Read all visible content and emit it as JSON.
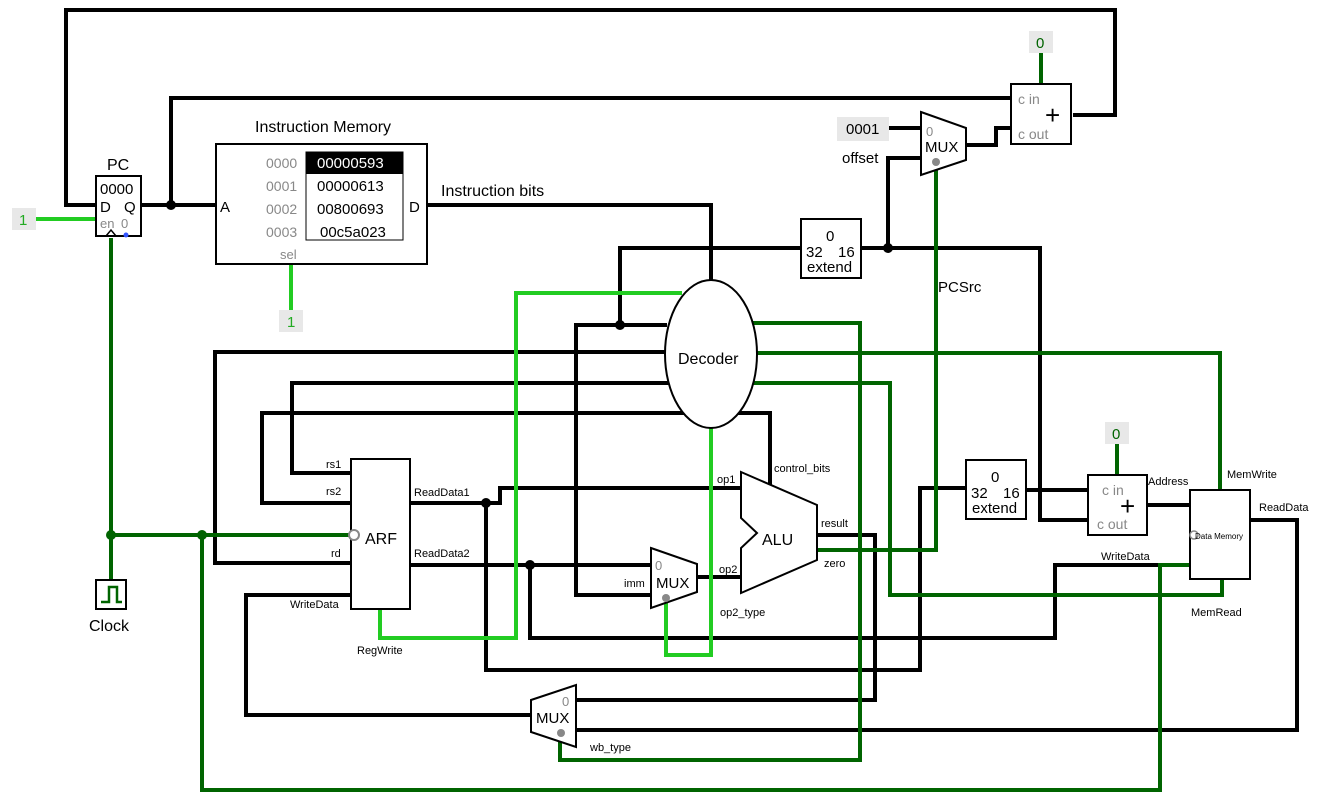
{
  "circuit": {
    "pc": {
      "title": "PC",
      "value": "0000",
      "d": "D",
      "q": "Q",
      "en": "en",
      "zero": "0"
    },
    "instruction_memory": {
      "title": "Instruction Memory",
      "addr_pin": "A",
      "data_pin": "D",
      "sel": "sel",
      "rows": [
        {
          "addr": "0000",
          "value": "00000593"
        },
        {
          "addr": "0001",
          "value": "00000613"
        },
        {
          "addr": "0002",
          "value": "00800693"
        },
        {
          "addr": "0003",
          "value": "00c5a023"
        }
      ]
    },
    "instruction_bits_label": "Instruction bits",
    "constants": {
      "pc_en": "1",
      "imem_sel": "1",
      "adder_top_cin": "0",
      "adder_bottom_cin": "0",
      "pc_increment": "0001"
    },
    "pc_adder": {
      "cin": "c in",
      "cout": "c out",
      "symbol": "+"
    },
    "pc_mux": {
      "label": "MUX",
      "zero": "0"
    },
    "offset_label": "offset",
    "pcsrc_label": "PCSrc",
    "extend_top": {
      "zero": "0",
      "in_bits": "32",
      "out_bits": "16",
      "label": "extend"
    },
    "decoder": {
      "label": "Decoder"
    },
    "arf": {
      "label": "ARF",
      "rs1": "rs1",
      "rs2": "rs2",
      "rd": "rd",
      "write_data": "WriteData",
      "read_data1": "ReadData1",
      "read_data2": "ReadData2",
      "reg_write": "RegWrite"
    },
    "alu": {
      "label": "ALU",
      "op1": "op1",
      "op2": "op2",
      "control_bits": "control_bits",
      "result": "result",
      "zero": "zero"
    },
    "op2_mux": {
      "label": "MUX",
      "zero": "0",
      "imm": "imm",
      "type_label": "op2_type"
    },
    "extend_bottom": {
      "zero": "0",
      "in_bits": "32",
      "out_bits": "16",
      "label": "extend"
    },
    "addr_adder": {
      "cin": "c in",
      "cout": "c out",
      "symbol": "+"
    },
    "data_memory": {
      "label": "Data Memory",
      "address": "Address",
      "mem_write": "MemWrite",
      "read_data": "ReadData",
      "write_data": "WriteData",
      "mem_read": "MemRead"
    },
    "wb_mux": {
      "label": "MUX",
      "zero": "0",
      "type_label": "wb_type"
    },
    "clock": {
      "label": "Clock"
    }
  },
  "colors": {
    "wire_black": "#000000",
    "wire_dark_green": "#006400",
    "wire_light_green": "#22cc22",
    "selected_row": "#000000"
  }
}
